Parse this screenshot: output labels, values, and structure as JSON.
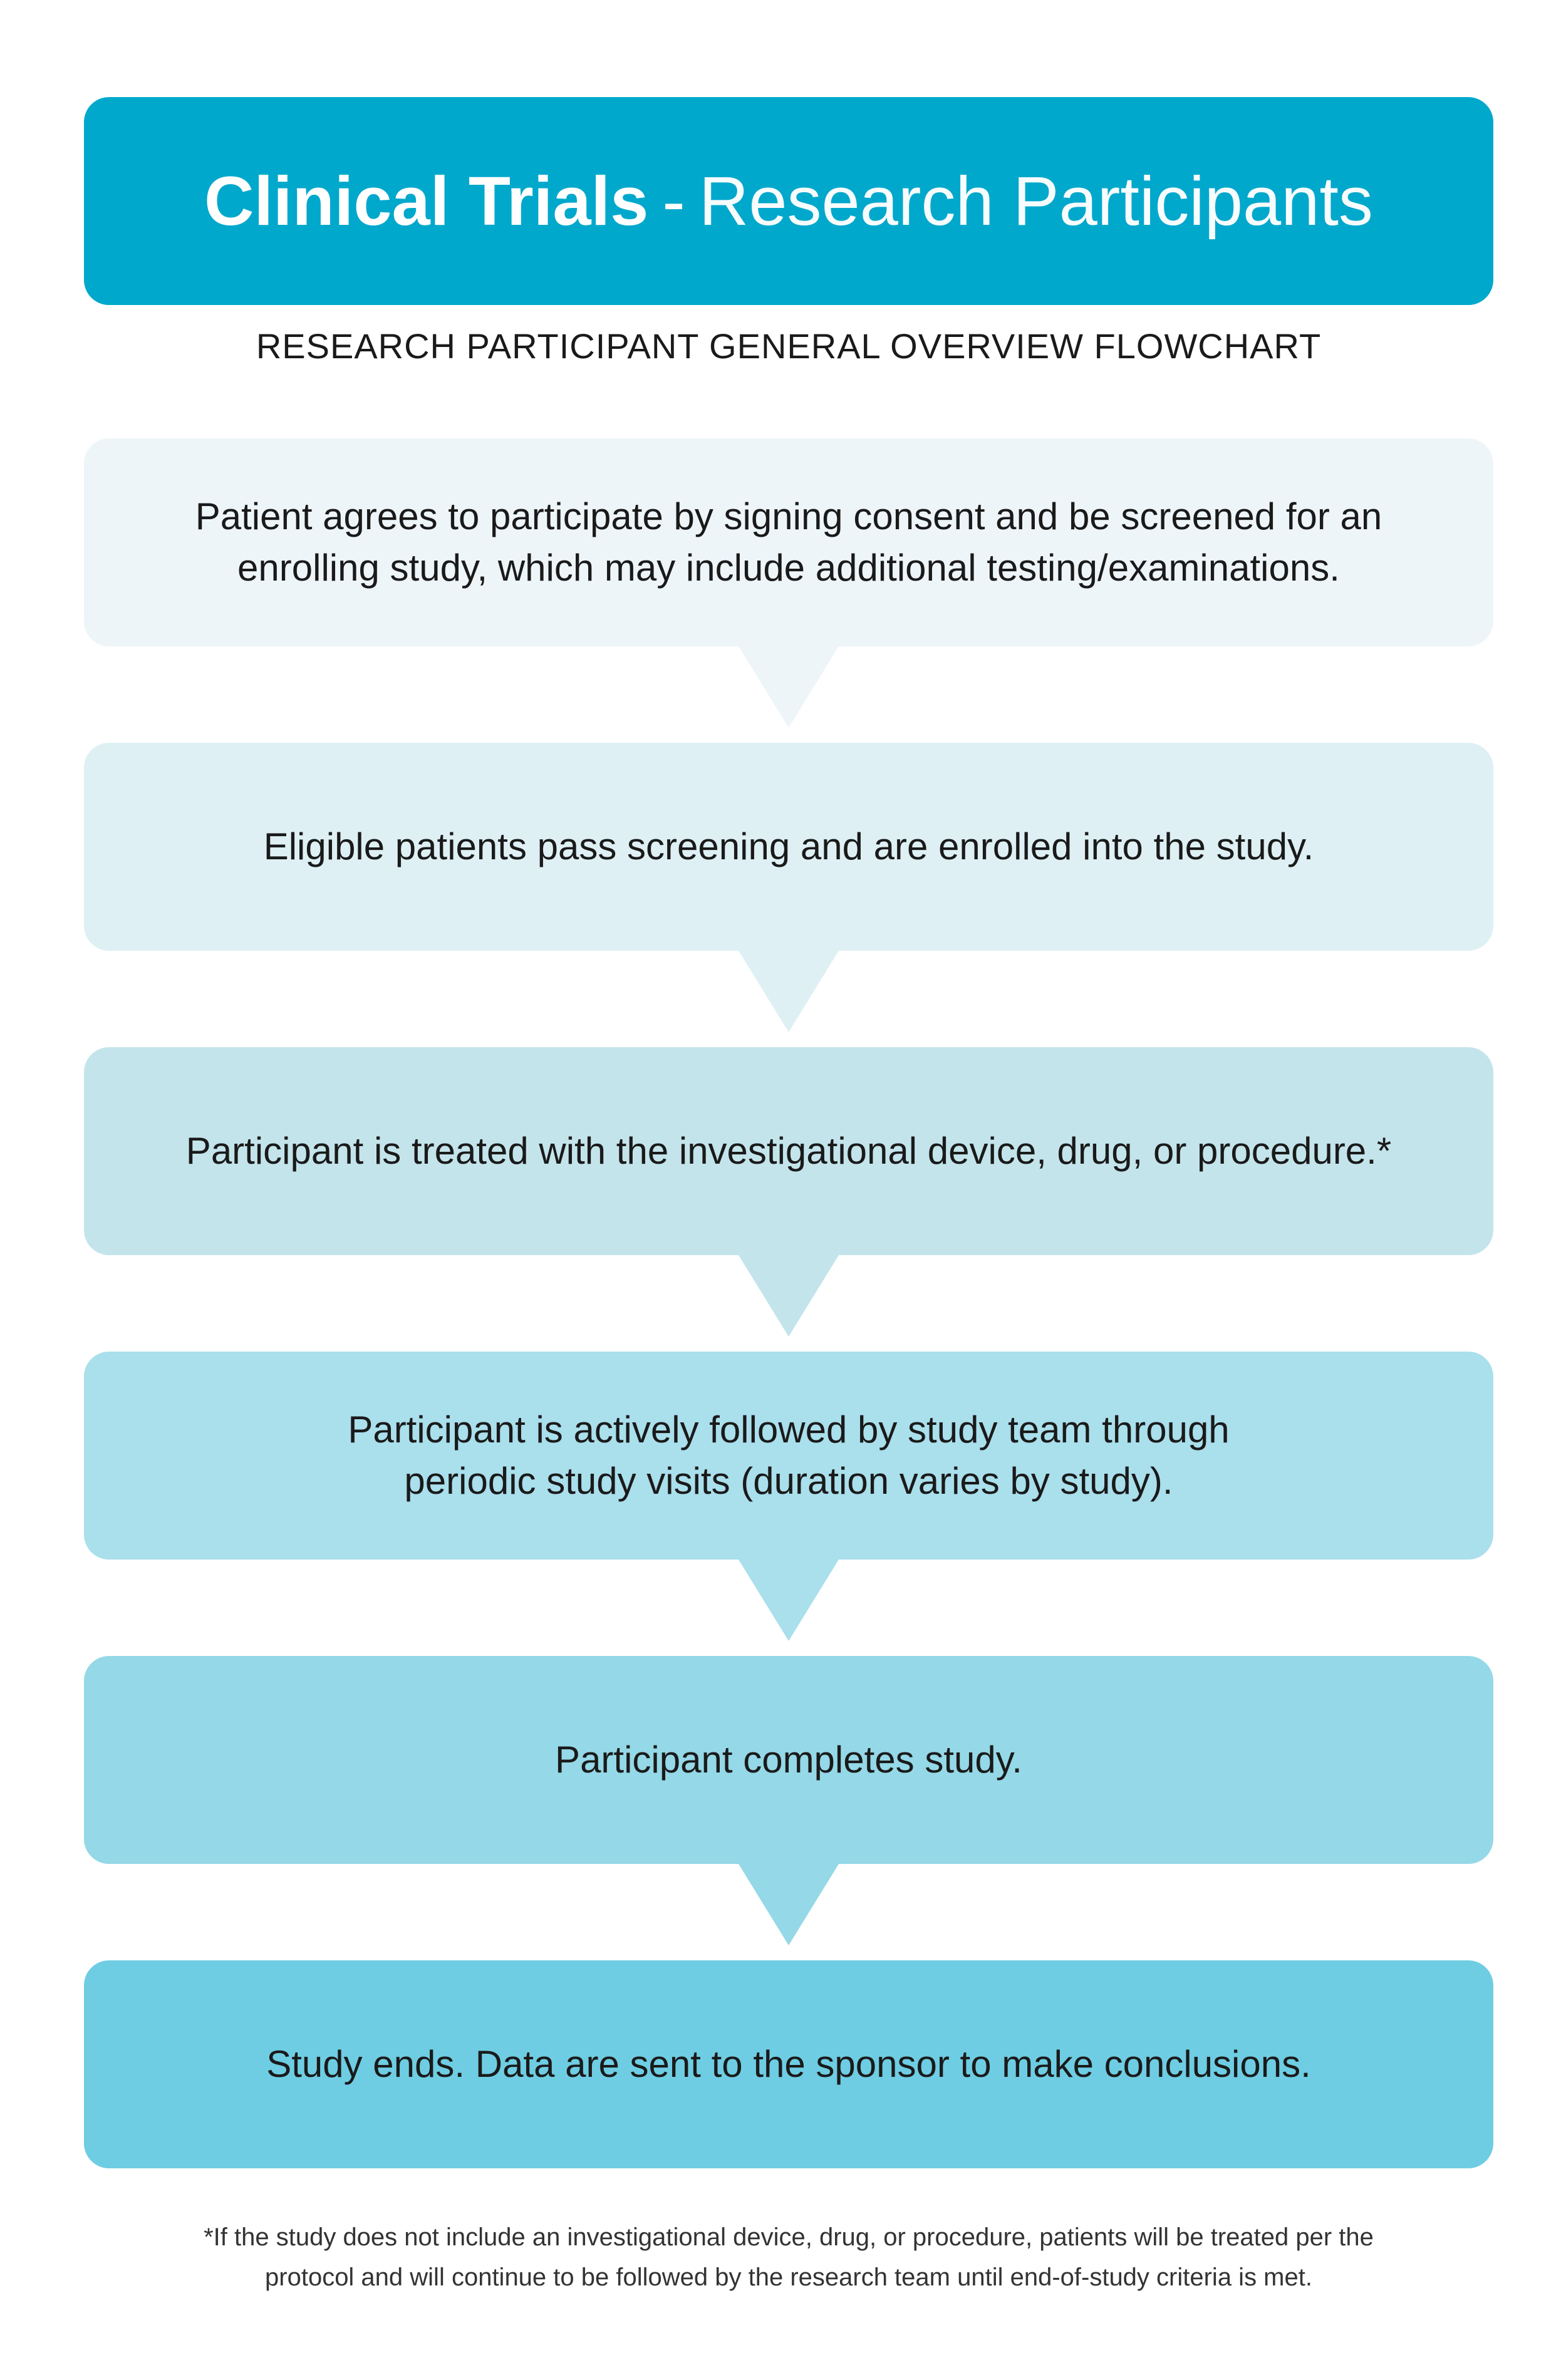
{
  "header": {
    "title_bold": "Clinical Trials",
    "separator": "-",
    "title_light": "Research Participants"
  },
  "subtitle": "RESEARCH PARTICIPANT GENERAL OVERVIEW FLOWCHART",
  "steps": [
    {
      "text": "Patient agrees to participate by signing consent and be screened for an\nenrolling study, which may include additional testing/examinations."
    },
    {
      "text": "Eligible patients pass screening and are enrolled into the study."
    },
    {
      "text": "Participant is treated with the investigational device, drug, or procedure.*"
    },
    {
      "text": "Participant is actively followed by study team through\nperiodic  study visits (duration varies by study)."
    },
    {
      "text": "Participant completes study."
    },
    {
      "text": "Study ends. Data are sent to the sponsor to make conclusions."
    }
  ],
  "footnote": "*If the study does not include an investigational device, drug, or procedure, patients will be treated per the\nprotocol and will continue to be followed by the research team until end-of-study criteria is met.",
  "colors": {
    "header_bg": "#00a8cc",
    "step_1": "#eef5f9",
    "step_2": "#def0f4",
    "step_3": "#c4e4eb",
    "step_4": "#aadfec",
    "step_5": "#95d8e7",
    "step_6": "#6ecde3"
  }
}
